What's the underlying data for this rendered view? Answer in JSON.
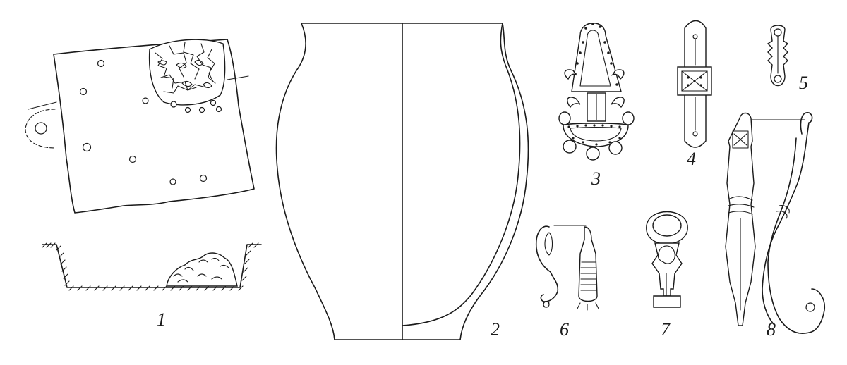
{
  "plate": {
    "figures": [
      {
        "id": "1",
        "name": "burial-pit"
      },
      {
        "id": "2",
        "name": "pottery-vessel"
      },
      {
        "id": "3",
        "name": "openwork-pendant"
      },
      {
        "id": "4",
        "name": "strap-plaque"
      },
      {
        "id": "5",
        "name": "small-ornament"
      },
      {
        "id": "6",
        "name": "brooch-small"
      },
      {
        "id": "7",
        "name": "key-shaped-pendant"
      },
      {
        "id": "8",
        "name": "brooch-large"
      }
    ]
  },
  "labels": {
    "fig1": "1",
    "fig2": "2",
    "fig3": "3",
    "fig4": "4",
    "fig5": "5",
    "fig6": "6",
    "fig7": "7",
    "fig8": "8"
  },
  "colors": {
    "ink": "#1a1a1a",
    "background": "#ffffff"
  }
}
